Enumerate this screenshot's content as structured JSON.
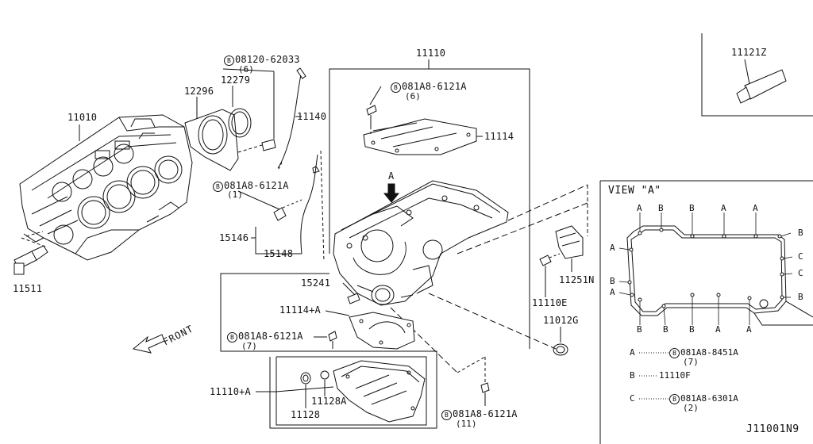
{
  "labels": {
    "block": "11010",
    "plug": "11511",
    "seal_retainer": "12296",
    "oil_seal": "12279",
    "bolt_top": "08120-62033",
    "bolt_top_qty": "(6)",
    "dipstick": "11140",
    "bolt_mid": "081A8-6121A",
    "bolt_mid_qty": "(1)",
    "guide_group": "15146",
    "guide": "15148",
    "pan_assy": "11110",
    "baffle_bolt": "081A8-6121A",
    "baffle_bolt_qty": "(6)",
    "baffle": "11114",
    "view_arrow": "A",
    "plug_bolt": "15241",
    "baffle_plate": "11114+A",
    "bolt_lower": "081A8-6121A",
    "bolt_lower_qty": "(7)",
    "lower_pan": "11110+A",
    "drain_plug": "11128",
    "washer": "11128A",
    "bolt_bottom": "081A8-6121A",
    "bolt_bottom_qty": "(11)",
    "strainer": "11251N",
    "bolt_strainer": "11110E",
    "gasket": "11012G",
    "sealant": "11121Z",
    "front": "FRONT",
    "bolt_marker": "B"
  },
  "view": {
    "title": "VIEW \"A\"",
    "top_markers": [
      "A",
      "B",
      "B",
      "A",
      "A"
    ],
    "left_markers": [
      "A",
      "B",
      "A"
    ],
    "right_markers": [
      "B",
      "C",
      "C",
      "B"
    ],
    "bottom_markers": [
      "B",
      "B",
      "B",
      "A",
      "A"
    ]
  },
  "legend": [
    {
      "key": "A",
      "part": "081A8-8451A",
      "qty": "(7)",
      "bolt": true
    },
    {
      "key": "B",
      "part": "11110F",
      "qty": "",
      "bolt": false
    },
    {
      "key": "C",
      "part": "081A8-6301A",
      "qty": "(2)",
      "bolt": true
    }
  ],
  "diagram_ref": "J11001N9"
}
